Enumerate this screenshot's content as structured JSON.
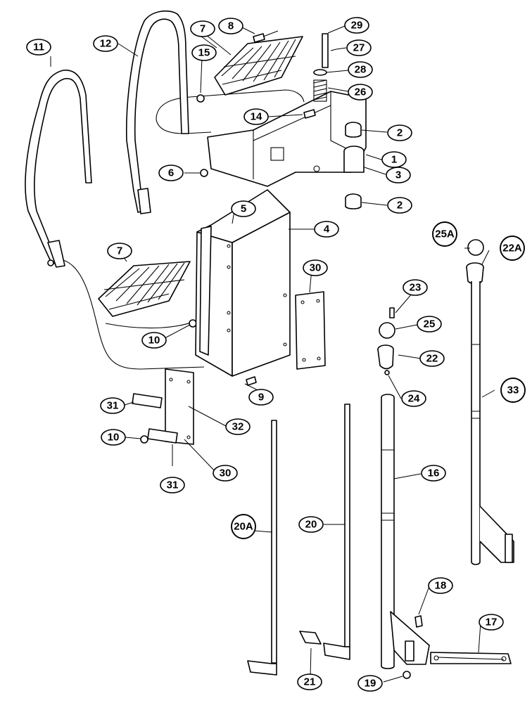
{
  "callouts": [
    {
      "label": "11",
      "circled": false
    },
    {
      "label": "12",
      "circled": false
    },
    {
      "label": "7",
      "circled": false
    },
    {
      "label": "8",
      "circled": false
    },
    {
      "label": "15",
      "circled": false
    },
    {
      "label": "29",
      "circled": false
    },
    {
      "label": "27",
      "circled": false
    },
    {
      "label": "28",
      "circled": false
    },
    {
      "label": "26",
      "circled": false
    },
    {
      "label": "14",
      "circled": false
    },
    {
      "label": "2",
      "circled": false
    },
    {
      "label": "1",
      "circled": false
    },
    {
      "label": "3",
      "circled": false
    },
    {
      "label": "6",
      "circled": false
    },
    {
      "label": "2",
      "circled": false
    },
    {
      "label": "5",
      "circled": false
    },
    {
      "label": "4",
      "circled": false
    },
    {
      "label": "7",
      "circled": false
    },
    {
      "label": "25A",
      "circled": true
    },
    {
      "label": "22A",
      "circled": true
    },
    {
      "label": "30",
      "circled": false
    },
    {
      "label": "23",
      "circled": false
    },
    {
      "label": "25",
      "circled": false
    },
    {
      "label": "10",
      "circled": false
    },
    {
      "label": "22",
      "circled": false
    },
    {
      "label": "33",
      "circled": true
    },
    {
      "label": "9",
      "circled": false
    },
    {
      "label": "24",
      "circled": false
    },
    {
      "label": "31",
      "circled": false
    },
    {
      "label": "32",
      "circled": false
    },
    {
      "label": "10",
      "circled": false
    },
    {
      "label": "30",
      "circled": false
    },
    {
      "label": "31",
      "circled": false
    },
    {
      "label": "16",
      "circled": false
    },
    {
      "label": "20A",
      "circled": true
    },
    {
      "label": "20",
      "circled": false
    },
    {
      "label": "18",
      "circled": false
    },
    {
      "label": "17",
      "circled": false
    },
    {
      "label": "21",
      "circled": false
    },
    {
      "label": "19",
      "circled": false
    }
  ]
}
